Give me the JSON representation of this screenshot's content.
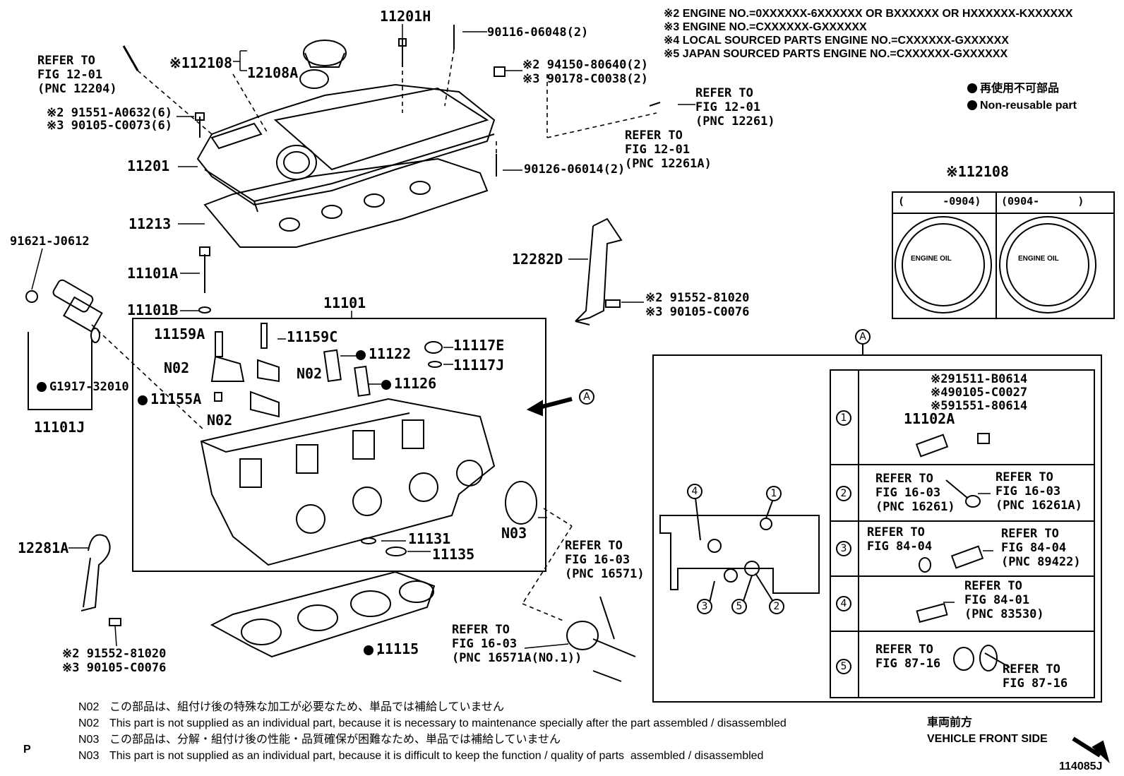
{
  "header": {
    "line2": "※2 ENGINE NO.=0XXXXXX-6XXXXXX OR BXXXXXX OR HXXXXXX-KXXXXXX",
    "line3": "※3 ENGINE NO.=CXXXXXX-GXXXXXX",
    "line4": "※4 LOCAL SOURCED PARTS ENGINE NO.=CXXXXXX-GXXXXXX",
    "line5": "※5 JAPAN SOURCED PARTS ENGINE NO.=CXXXXXX-GXXXXXX"
  },
  "legend": {
    "jp": "再使用不可部品",
    "en": "Non-reusable part"
  },
  "parts": {
    "p11201H": "11201H",
    "p90116": "90116-06048(2)",
    "p12108s": "※112108",
    "p12108A": "12108A",
    "p94150": "※2 94150-80640(2)",
    "p90178": "※3 90178-C0038(2)",
    "p91551": "※2 91551-A0632(6)",
    "p90105a": "※3 90105-C0073(6)",
    "p11201": "11201",
    "p90126": "90126-06014(2)",
    "p11213": "11213",
    "p91621": "91621-J0612",
    "p11101A": "11101A",
    "p11101B": "11101B",
    "p11101": "11101",
    "p12282D": "12282D",
    "p91552a": "※2 91552-81020",
    "p90105b": "※3 90105-C0076",
    "p11159A": "11159A",
    "p11159C": "11159C",
    "p11122": "11122",
    "p11117E": "11117E",
    "p11117J": "11117J",
    "pN02a": "N02",
    "pN02b": "N02",
    "pN02c": "N02",
    "p11126": "11126",
    "pG1917": "G1917-32010",
    "p11155A": "11155A",
    "p11101J": "11101J",
    "pN03": "N03",
    "p11131": "11131",
    "p11135": "11135",
    "p12281A": "12281A",
    "p91552b": "※2 91552-81020",
    "p90105c": "※3 90105-C0076",
    "p11115": "11115",
    "p12108box": "※112108",
    "range1": "(      -0904)",
    "range2": "(0904-      )",
    "cap1": "ENGINE OIL",
    "cap2": "ENGINE OIL",
    "viewA": "A",
    "viewA2": "A"
  },
  "refs": {
    "r1": "REFER TO\nFIG 12-01\n(PNC 12204)",
    "r2": "REFER TO\nFIG 12-01\n(PNC 12261)",
    "r3": "REFER TO\nFIG 12-01\n(PNC 12261A)",
    "r4": "REFER TO\nFIG 16-03\n(PNC 16571)",
    "r5": "REFER TO\nFIG 16-03\n(PNC 16571A(NO.1))"
  },
  "detail": {
    "row1_parts": "※291511-B0614\n※490105-C0027\n※591551-80614",
    "row1_pn": "11102A",
    "row2a": "REFER TO\nFIG 16-03\n(PNC 16261)",
    "row2b": "REFER TO\nFIG 16-03\n(PNC 16261A)",
    "row3a": "REFER TO\nFIG 84-04",
    "row3b": "REFER TO\nFIG 84-04\n(PNC 89422)",
    "row4": "REFER TO\nFIG 84-01\n(PNC 83530)",
    "row5a": "REFER TO\nFIG 87-16",
    "row5b": "REFER TO\nFIG 87-16",
    "n1": "1",
    "n2": "2",
    "n3": "3",
    "n4": "4",
    "n5": "5"
  },
  "notes": {
    "n1_code": "N02",
    "n1_text": "この部品は、組付け後の特殊な加工が必要なため、単品では補給していません",
    "n2_code": "N02",
    "n2_text": "This part is not supplied as an individual part, because it is necessary to maintenance specially after the part assembled / disassembled",
    "n3_code": "N03",
    "n3_text": "この部品は、分解・組付け後の性能・品質確保が困難なため、単品では補給していません",
    "n4_code": "N03",
    "n4_text": "This part is not supplied as an individual part, because it is difficult to keep the function / quality of parts  assembled / disassembled"
  },
  "footer": {
    "front_jp": "車両前方",
    "front_en": "VEHICLE FRONT SIDE",
    "fig_id": "114085J",
    "page_letter": "P"
  }
}
